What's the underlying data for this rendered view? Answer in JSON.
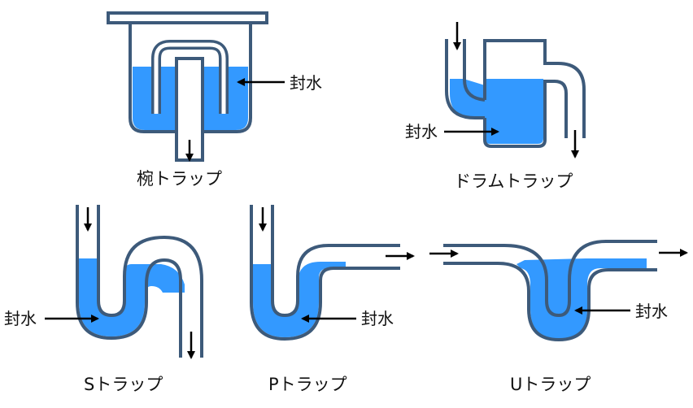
{
  "colors": {
    "water": "#3399ff",
    "pipe": "#3d5a7a",
    "arrow": "#000000"
  },
  "labels": {
    "bowl_trap": "椀トラップ",
    "drum_trap": "ドラムトラップ",
    "s_trap": "Sトラップ",
    "p_trap": "Pトラップ",
    "u_trap": "Uトラップ",
    "seal_water": "封水"
  }
}
